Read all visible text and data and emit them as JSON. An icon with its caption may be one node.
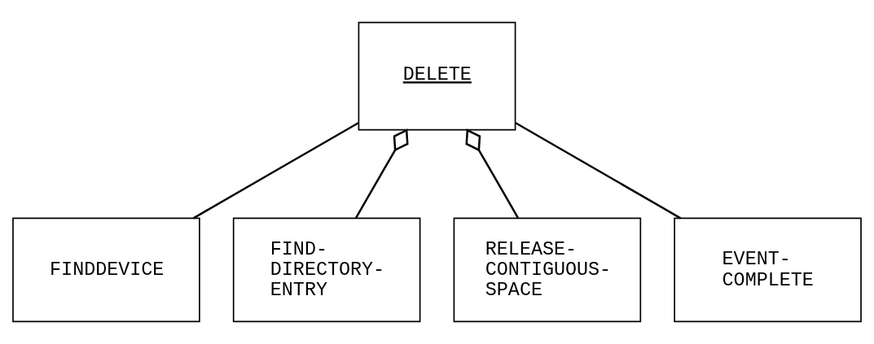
{
  "diagram": {
    "nodes": [
      {
        "text": [
          "DELETE"
        ]
      },
      {
        "text": [
          "FINDDEVICE"
        ]
      },
      {
        "text": [
          "FIND- DIRECTORY- ENTRY"
        ]
      },
      {
        "text": [
          "RELEASE- CONTIGUOUS- SPACE"
        ]
      },
      {
        "text": [
          "EVENT- COMPLETE"
        ]
      }
    ],
    "edges": [
      {
        "from": 0,
        "to": 1,
        "arrow": "none"
      },
      {
        "from": 0,
        "to": 2,
        "arrow": "other"
      },
      {
        "from": 0,
        "to": 3,
        "arrow": "other"
      },
      {
        "from": 0,
        "to": 4,
        "arrow": "none"
      }
    ]
  }
}
